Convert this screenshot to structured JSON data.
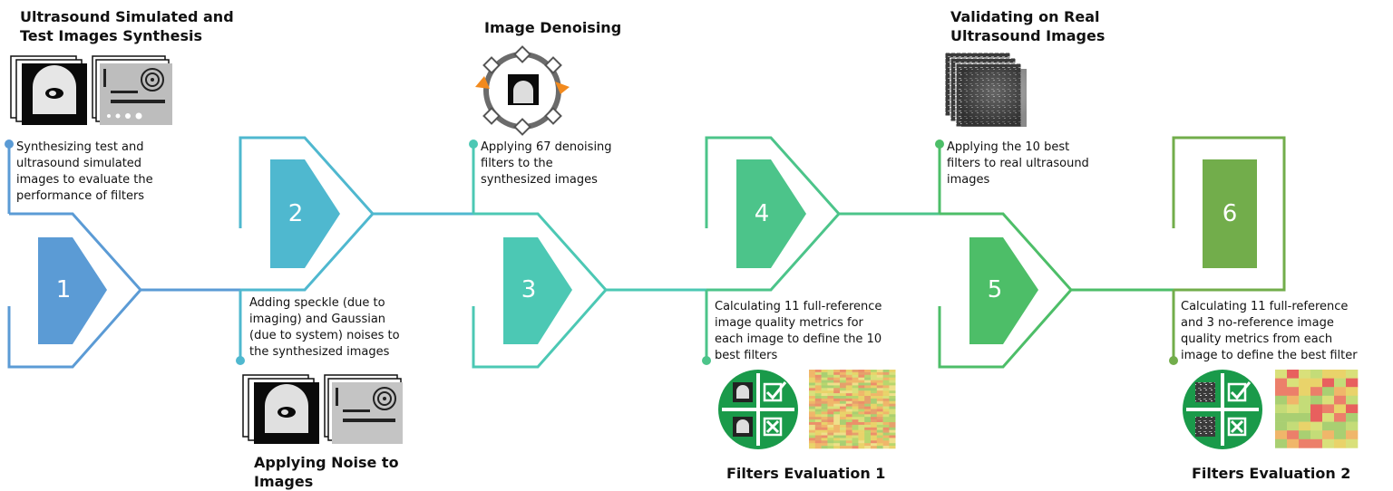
{
  "colors": {
    "step1": "#5b9bd5",
    "step2": "#4fb8cf",
    "step3": "#4cc8b4",
    "step4": "#4cc48a",
    "step5": "#4dbe68",
    "step6": "#72ad4b",
    "metric_green": "#1a9a4a",
    "arrow_orange": "#f28a1e"
  },
  "steps": [
    {
      "number": "1",
      "title": [
        "Ultrasound Simulated and",
        "Test Images Synthesis"
      ],
      "description": [
        "Synthesizing test and",
        "ultrasound simulated",
        "images to evaluate the",
        "performance of filters"
      ]
    },
    {
      "number": "2",
      "title": [
        "Applying Noise to",
        "Images"
      ],
      "description": [
        "Adding speckle (due to",
        "imaging) and Gaussian",
        "(due to system) noises to",
        "the synthesized images"
      ]
    },
    {
      "number": "3",
      "title": [
        "Image Denoising"
      ],
      "description": [
        "Applying 67 denoising",
        "filters to the",
        "synthesized images"
      ]
    },
    {
      "number": "4",
      "title": [
        "Filters Evaluation 1"
      ],
      "description": [
        "Calculating 11 full-reference",
        "image quality metrics for",
        "each image to define the 10",
        "best filters"
      ]
    },
    {
      "number": "5",
      "title": [
        "Validating on Real",
        "Ultrasound Images"
      ],
      "description": [
        "Applying the 10 best",
        "filters to real ultrasound",
        "images"
      ]
    },
    {
      "number": "6",
      "title": [
        "Filters Evaluation 2"
      ],
      "description": [
        "Calculating 11 full-reference",
        "and 3 no-reference image",
        "quality metrics from each",
        "image to define the best filter"
      ]
    }
  ]
}
